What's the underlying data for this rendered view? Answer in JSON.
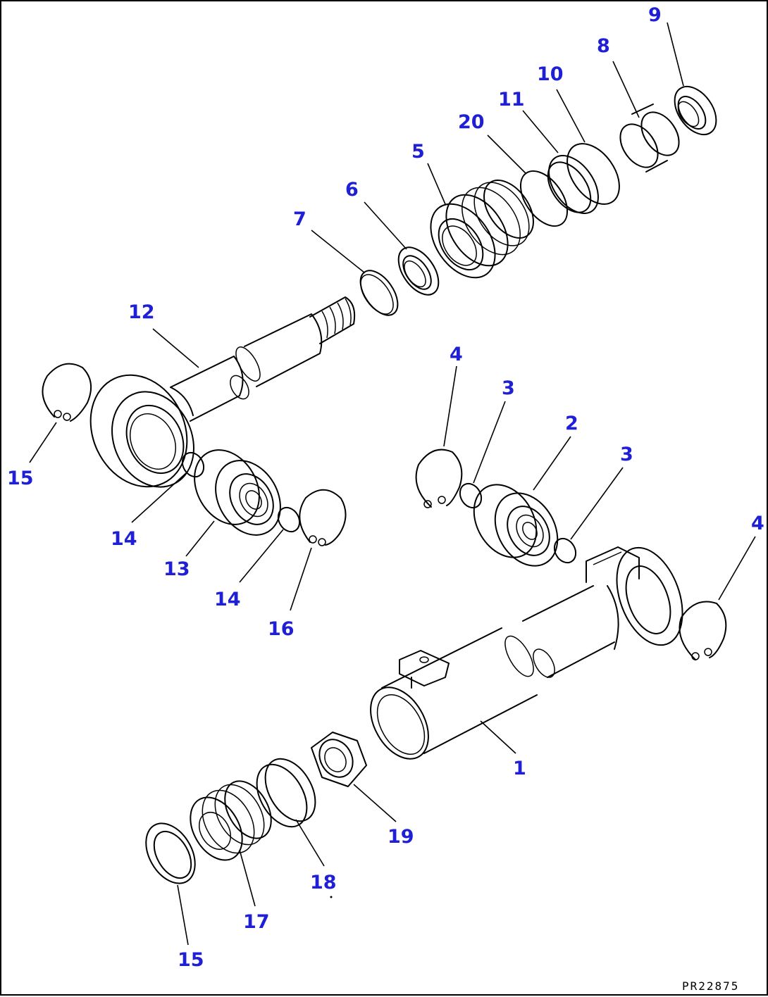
{
  "drawing_code": "PR22875",
  "callout_color": "#1f1fd6",
  "callouts": [
    {
      "id": "c1",
      "label": "1"
    },
    {
      "id": "c2",
      "label": "2"
    },
    {
      "id": "c3a",
      "label": "3"
    },
    {
      "id": "c3b",
      "label": "3"
    },
    {
      "id": "c4a",
      "label": "4"
    },
    {
      "id": "c4b",
      "label": "4"
    },
    {
      "id": "c5",
      "label": "5"
    },
    {
      "id": "c6",
      "label": "6"
    },
    {
      "id": "c7",
      "label": "7"
    },
    {
      "id": "c8",
      "label": "8"
    },
    {
      "id": "c9",
      "label": "9"
    },
    {
      "id": "c10",
      "label": "10"
    },
    {
      "id": "c11",
      "label": "11"
    },
    {
      "id": "c12",
      "label": "12"
    },
    {
      "id": "c13",
      "label": "13"
    },
    {
      "id": "c14a",
      "label": "14"
    },
    {
      "id": "c14b",
      "label": "14"
    },
    {
      "id": "c15a",
      "label": "15"
    },
    {
      "id": "c15b",
      "label": "15"
    },
    {
      "id": "c16",
      "label": "16"
    },
    {
      "id": "c17",
      "label": "17"
    },
    {
      "id": "c18",
      "label": "18"
    },
    {
      "id": "c19",
      "label": "19"
    },
    {
      "id": "c20",
      "label": "20"
    }
  ]
}
